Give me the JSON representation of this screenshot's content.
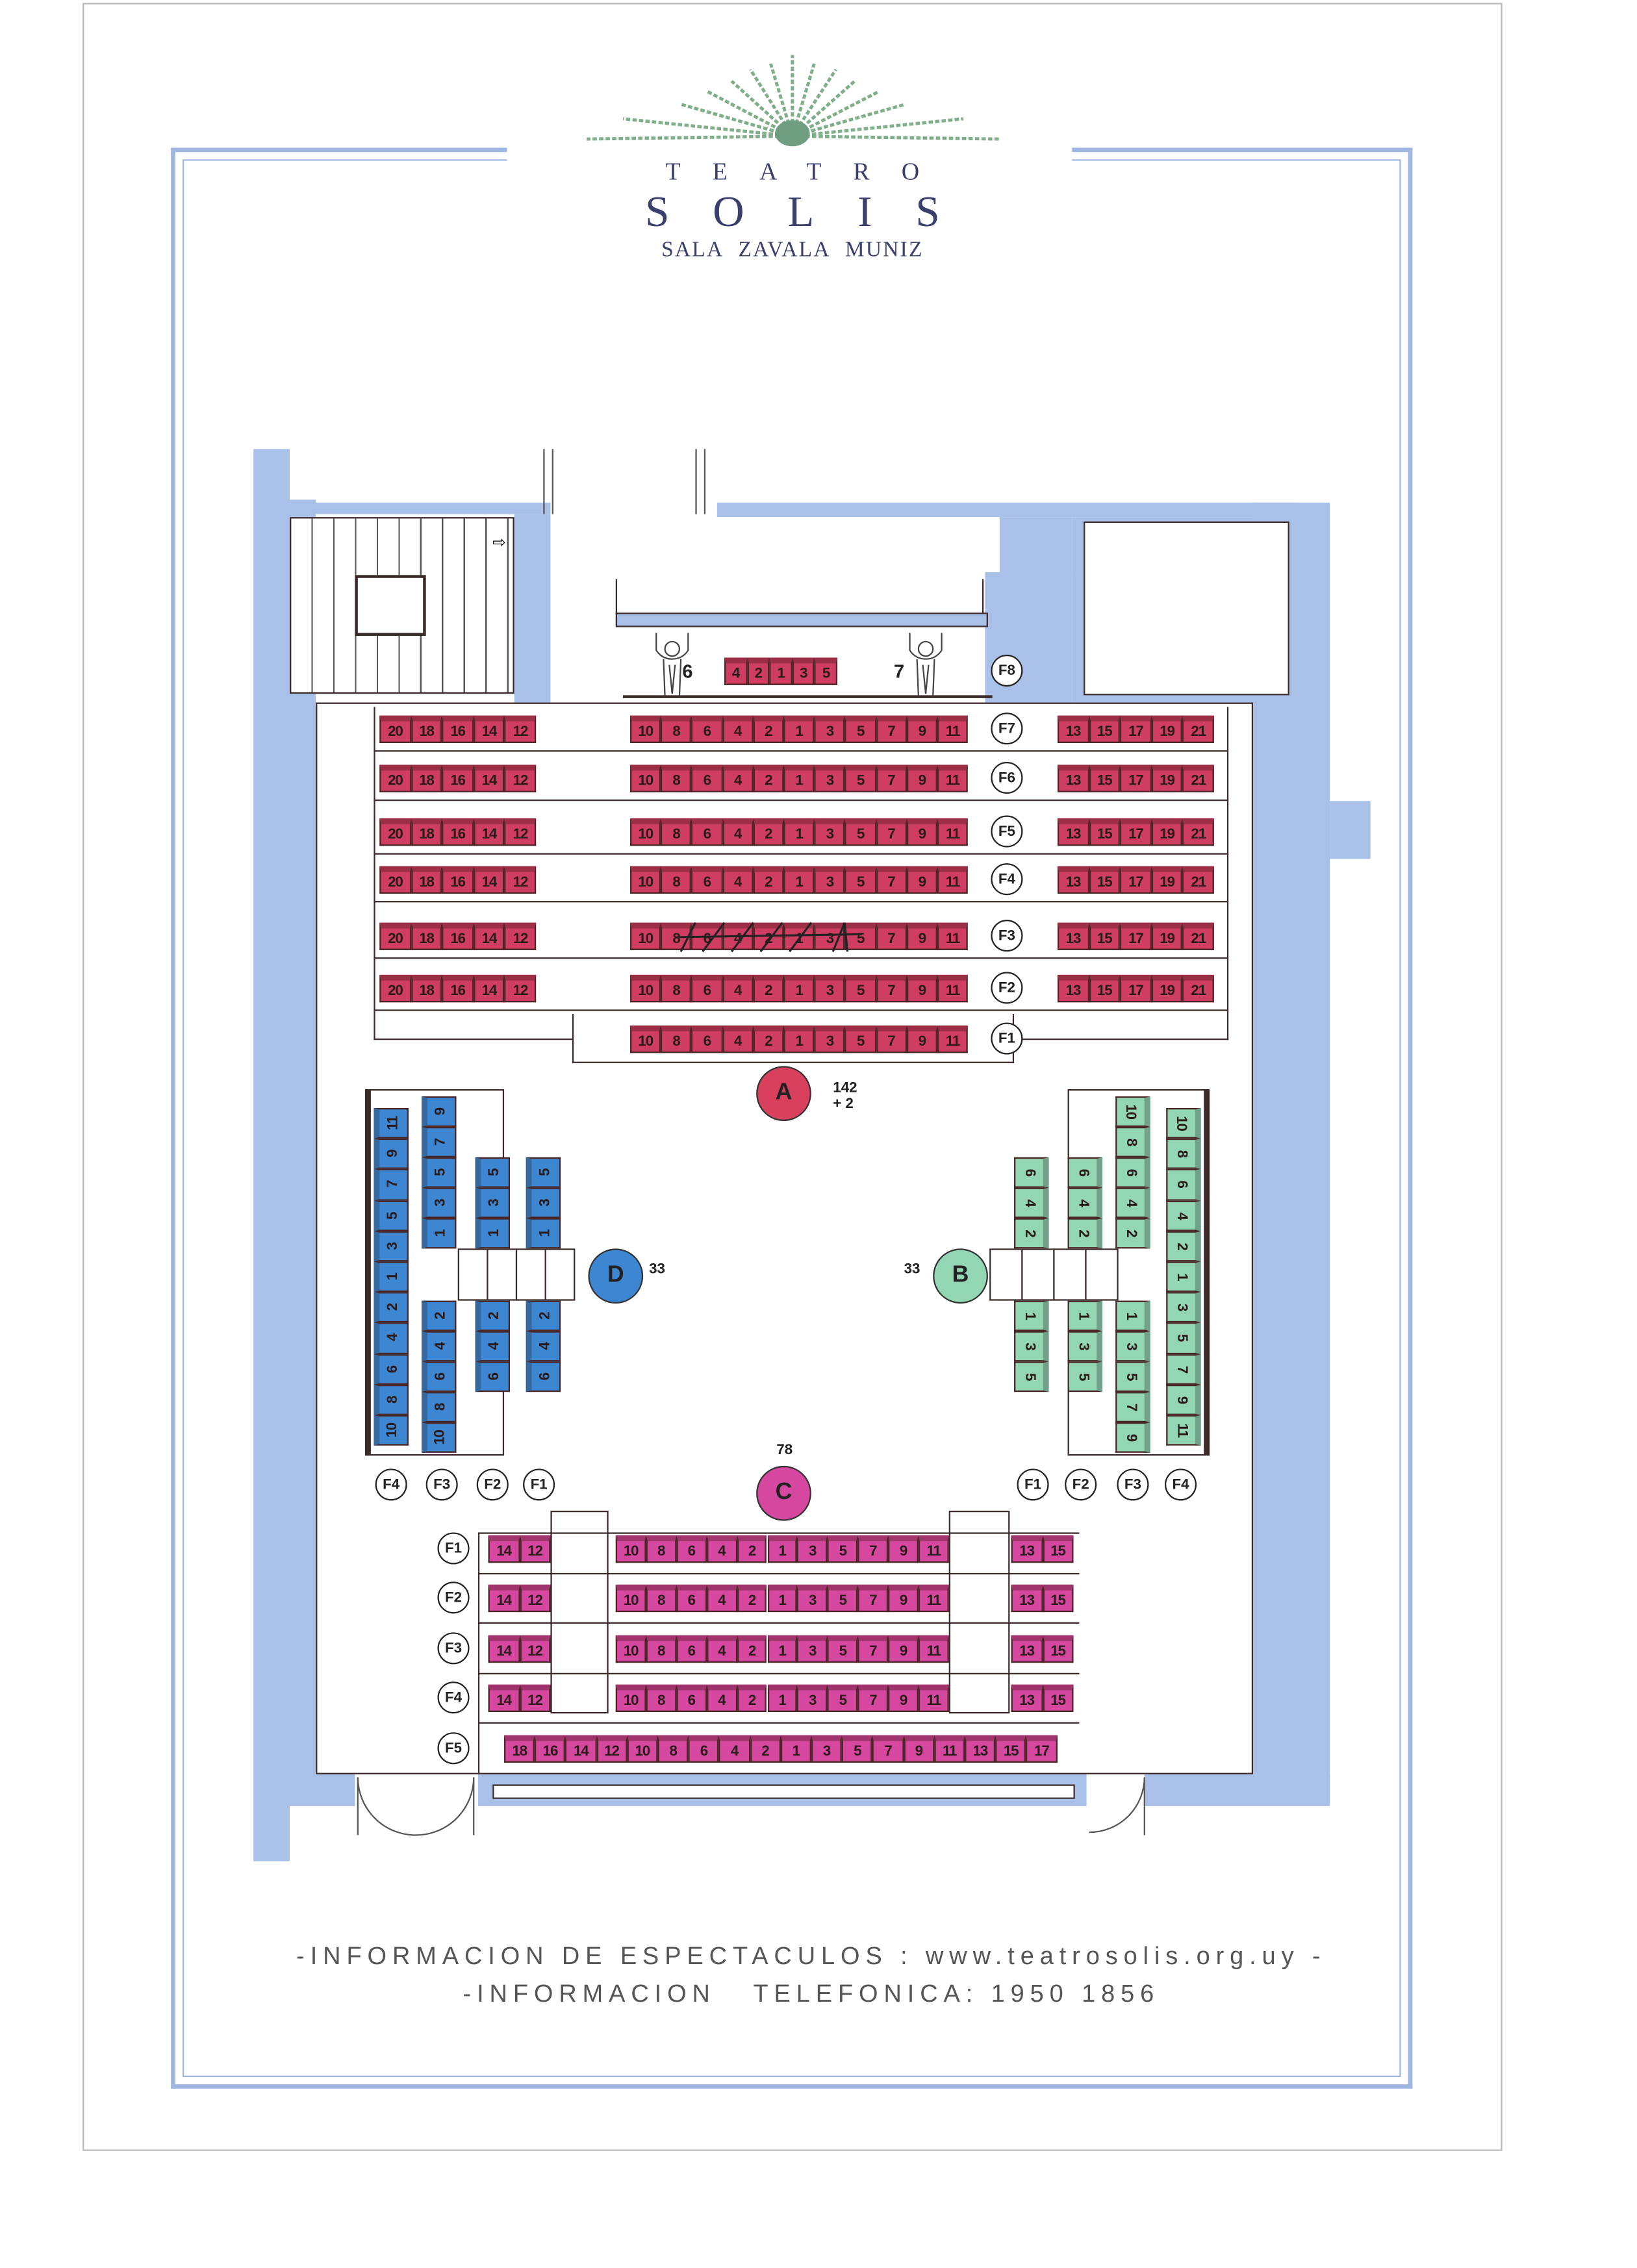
{
  "header": {
    "line1": "TEATRO",
    "line2": "SOLIS",
    "line3": "SALA ZAVALA MUNIZ"
  },
  "colors": {
    "section_a": "#cf3e62",
    "section_c": "#d6479f",
    "section_d": "#3d86d2",
    "section_b": "#92d6b4",
    "walls": "#a9c0e8"
  },
  "section_a": {
    "label": "A",
    "capacity": "142 + 2",
    "f8": {
      "row": "F8",
      "seats": [
        "4",
        "2",
        "1",
        "3",
        "5"
      ],
      "side_left": "6",
      "side_right": "7"
    },
    "rows": [
      {
        "row": "F7",
        "left": [
          "20",
          "18",
          "16",
          "14",
          "12"
        ],
        "center": [
          "10",
          "8",
          "6",
          "4",
          "2",
          "1",
          "3",
          "5",
          "7",
          "9",
          "11"
        ],
        "right": [
          "13",
          "15",
          "17",
          "19",
          "21"
        ]
      },
      {
        "row": "F6",
        "left": [
          "20",
          "18",
          "16",
          "14",
          "12"
        ],
        "center": [
          "10",
          "8",
          "6",
          "4",
          "2",
          "1",
          "3",
          "5",
          "7",
          "9",
          "11"
        ],
        "right": [
          "13",
          "15",
          "17",
          "19",
          "21"
        ]
      },
      {
        "row": "F5",
        "left": [
          "20",
          "18",
          "16",
          "14",
          "12"
        ],
        "center": [
          "10",
          "8",
          "6",
          "4",
          "2",
          "1",
          "3",
          "5",
          "7",
          "9",
          "11"
        ],
        "right": [
          "13",
          "15",
          "17",
          "19",
          "21"
        ]
      },
      {
        "row": "F4",
        "left": [
          "20",
          "18",
          "16",
          "14",
          "12"
        ],
        "center": [
          "10",
          "8",
          "6",
          "4",
          "2",
          "1",
          "3",
          "5",
          "7",
          "9",
          "11"
        ],
        "right": [
          "13",
          "15",
          "17",
          "19",
          "21"
        ]
      },
      {
        "row": "F3",
        "left": [
          "20",
          "18",
          "16",
          "14",
          "12"
        ],
        "center": [
          "10",
          "8",
          "6",
          "4",
          "2",
          "1",
          "3",
          "5",
          "7",
          "9",
          "11"
        ],
        "right": [
          "13",
          "15",
          "17",
          "19",
          "21"
        ]
      },
      {
        "row": "F2",
        "left": [
          "20",
          "18",
          "16",
          "14",
          "12"
        ],
        "center": [
          "10",
          "8",
          "6",
          "4",
          "2",
          "1",
          "3",
          "5",
          "7",
          "9",
          "11"
        ],
        "right": [
          "13",
          "15",
          "17",
          "19",
          "21"
        ]
      },
      {
        "row": "F1",
        "left": [],
        "center": [
          "10",
          "8",
          "6",
          "4",
          "2",
          "1",
          "3",
          "5",
          "7",
          "9",
          "11"
        ],
        "right": []
      }
    ]
  },
  "section_d": {
    "label": "D",
    "capacity": "33",
    "row_labels": [
      "F4",
      "F3",
      "F2",
      "F1"
    ],
    "columns": [
      {
        "top": [
          "11",
          "9",
          "7",
          "5",
          "3",
          "1",
          "2",
          "4",
          "6",
          "8",
          "10"
        ],
        "bottom": []
      },
      {
        "top": [
          "9",
          "7",
          "5",
          "3",
          "1"
        ],
        "bottom": [
          "2",
          "4",
          "6",
          "8",
          "10"
        ]
      },
      {
        "top": [
          "5",
          "3",
          "1"
        ],
        "bottom": [
          "2",
          "4",
          "6"
        ]
      },
      {
        "top": [
          "5",
          "3",
          "1"
        ],
        "bottom": [
          "2",
          "4",
          "6"
        ]
      }
    ]
  },
  "section_b": {
    "label": "B",
    "capacity": "33",
    "row_labels": [
      "F1",
      "F2",
      "F3",
      "F4"
    ],
    "columns": [
      {
        "top": [
          "6",
          "4",
          "2"
        ],
        "bottom": [
          "1",
          "3",
          "5"
        ]
      },
      {
        "top": [
          "6",
          "4",
          "2"
        ],
        "bottom": [
          "1",
          "3",
          "5"
        ]
      },
      {
        "top": [
          "10",
          "8",
          "6",
          "4",
          "2"
        ],
        "bottom": [
          "1",
          "3",
          "5",
          "7",
          "9"
        ]
      },
      {
        "top": [
          "10",
          "8",
          "6",
          "4",
          "2",
          "1",
          "3",
          "5",
          "7",
          "9",
          "11"
        ],
        "bottom": []
      }
    ]
  },
  "section_c": {
    "label": "C",
    "capacity": "78",
    "rows": [
      {
        "row": "F1",
        "left": [
          "14",
          "12"
        ],
        "center": [
          "10",
          "8",
          "6",
          "4",
          "2",
          "1",
          "3",
          "5",
          "7",
          "9",
          "11"
        ],
        "right": [
          "13",
          "15"
        ]
      },
      {
        "row": "F2",
        "left": [
          "14",
          "12"
        ],
        "center": [
          "10",
          "8",
          "6",
          "4",
          "2",
          "1",
          "3",
          "5",
          "7",
          "9",
          "11"
        ],
        "right": [
          "13",
          "15"
        ]
      },
      {
        "row": "F3",
        "left": [
          "14",
          "12"
        ],
        "center": [
          "10",
          "8",
          "6",
          "4",
          "2",
          "1",
          "3",
          "5",
          "7",
          "9",
          "11"
        ],
        "right": [
          "13",
          "15"
        ]
      },
      {
        "row": "F4",
        "left": [
          "14",
          "12"
        ],
        "center": [
          "10",
          "8",
          "6",
          "4",
          "2",
          "1",
          "3",
          "5",
          "7",
          "9",
          "11"
        ],
        "right": [
          "13",
          "15"
        ]
      },
      {
        "row": "F5",
        "full": [
          "18",
          "16",
          "14",
          "12",
          "10",
          "8",
          "6",
          "4",
          "2",
          "1",
          "3",
          "5",
          "7",
          "9",
          "11",
          "13",
          "15",
          "17"
        ]
      }
    ]
  },
  "footer": {
    "line1": "-INFORMACION DE ESPECTACULOS : www.teatrosolis.org.uy -",
    "line2": "-INFORMACION   TELEFONICA: 1950 1856"
  }
}
